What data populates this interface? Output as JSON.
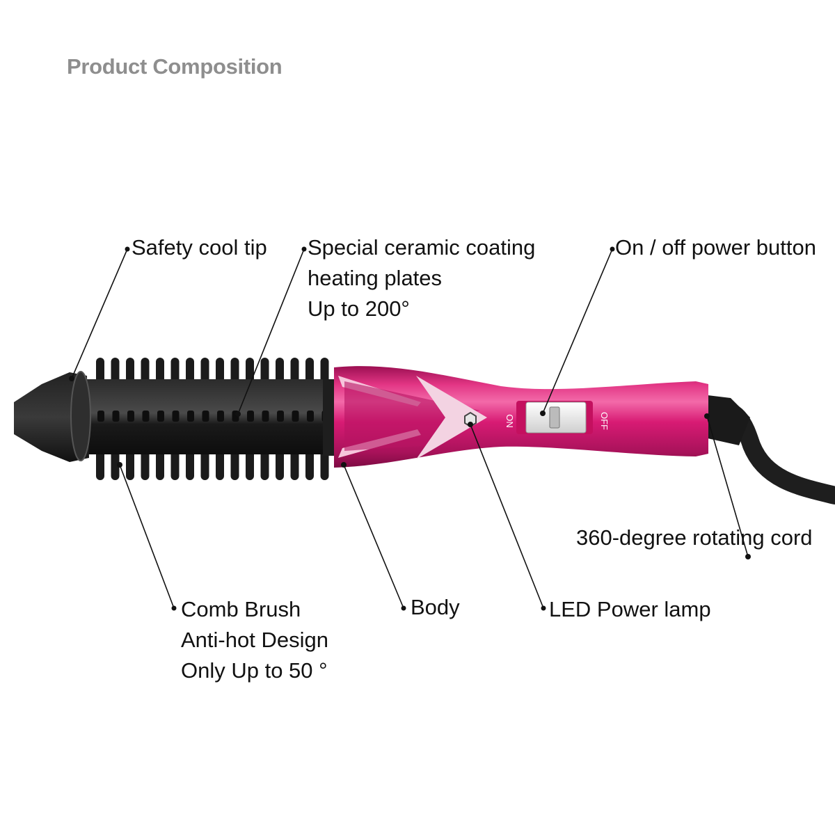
{
  "title": "Product Composition",
  "product_colors": {
    "body": "#d81b74",
    "body_highlight": "#f06aa8",
    "brush": "#1b1b1b",
    "switch": "#f2f2f2",
    "cord": "#1e1e1e"
  },
  "switch": {
    "on_label": "ON",
    "off_label": "OFF"
  },
  "callouts": [
    {
      "id": "safety-cool-tip",
      "lines": [
        "Safety cool tip"
      ]
    },
    {
      "id": "ceramic-plates",
      "lines": [
        "Special ceramic coating",
        "heating plates",
        "Up to 200°"
      ]
    },
    {
      "id": "power-button",
      "lines": [
        "On / off power button"
      ]
    },
    {
      "id": "rotating-cord",
      "lines": [
        "360-degree rotating cord"
      ]
    },
    {
      "id": "comb-brush",
      "lines": [
        "Comb Brush",
        "Anti-hot Design",
        "Only Up to 50 °"
      ]
    },
    {
      "id": "body",
      "lines": [
        "Body"
      ]
    },
    {
      "id": "led-lamp",
      "lines": [
        "LED Power lamp"
      ]
    }
  ]
}
